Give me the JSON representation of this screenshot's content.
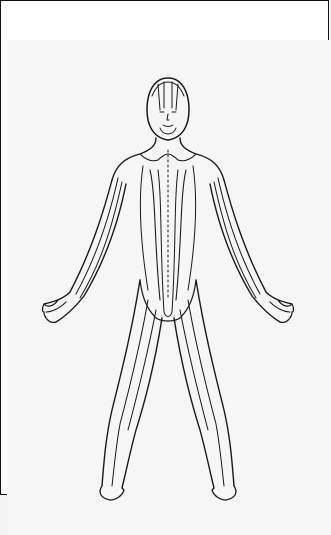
{
  "drawing": {
    "subject": "line-drawing-human-figure-front",
    "stroke_color": "#1a1a1a",
    "paper_color": "#f6f6f6",
    "frame_color": "#111111",
    "features": [
      "head",
      "face",
      "hair",
      "torso-channel-lines",
      "arms",
      "hands",
      "legs",
      "feet",
      "center-dotted-line"
    ]
  }
}
